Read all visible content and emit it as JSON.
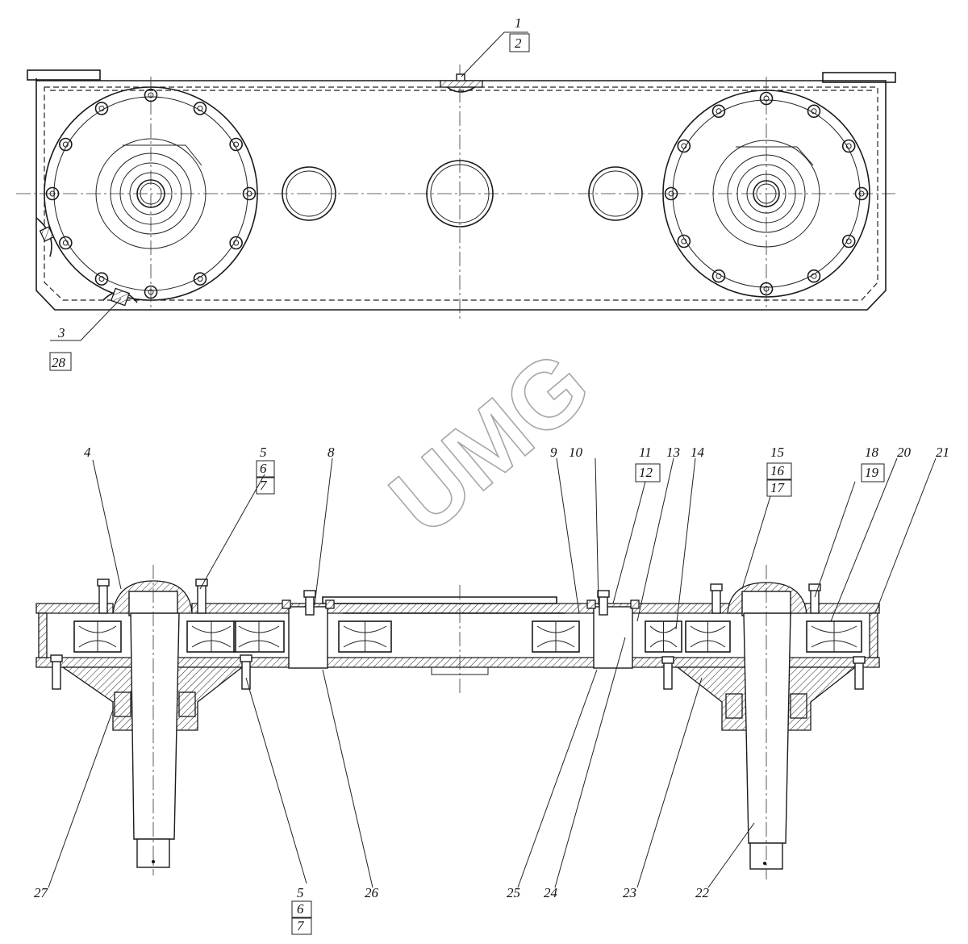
{
  "watermark": "UMG",
  "callouts_top": {
    "c1": "1",
    "c2": "2",
    "c3": "3",
    "c28": "28"
  },
  "callouts_bottom": {
    "c4": "4",
    "c5a": "5",
    "c6a": "6",
    "c7a": "7",
    "c8": "8",
    "c9": "9",
    "c10": "10",
    "c11": "11",
    "c12": "12",
    "c13": "13",
    "c14": "14",
    "c15": "15",
    "c16": "16",
    "c17": "17",
    "c18": "18",
    "c19": "19",
    "c20": "20",
    "c21": "21",
    "c27": "27",
    "c5b": "5",
    "c6b": "6",
    "c7b": "7",
    "c26": "26",
    "c25": "25",
    "c24": "24",
    "c23": "23",
    "c22": "22"
  }
}
